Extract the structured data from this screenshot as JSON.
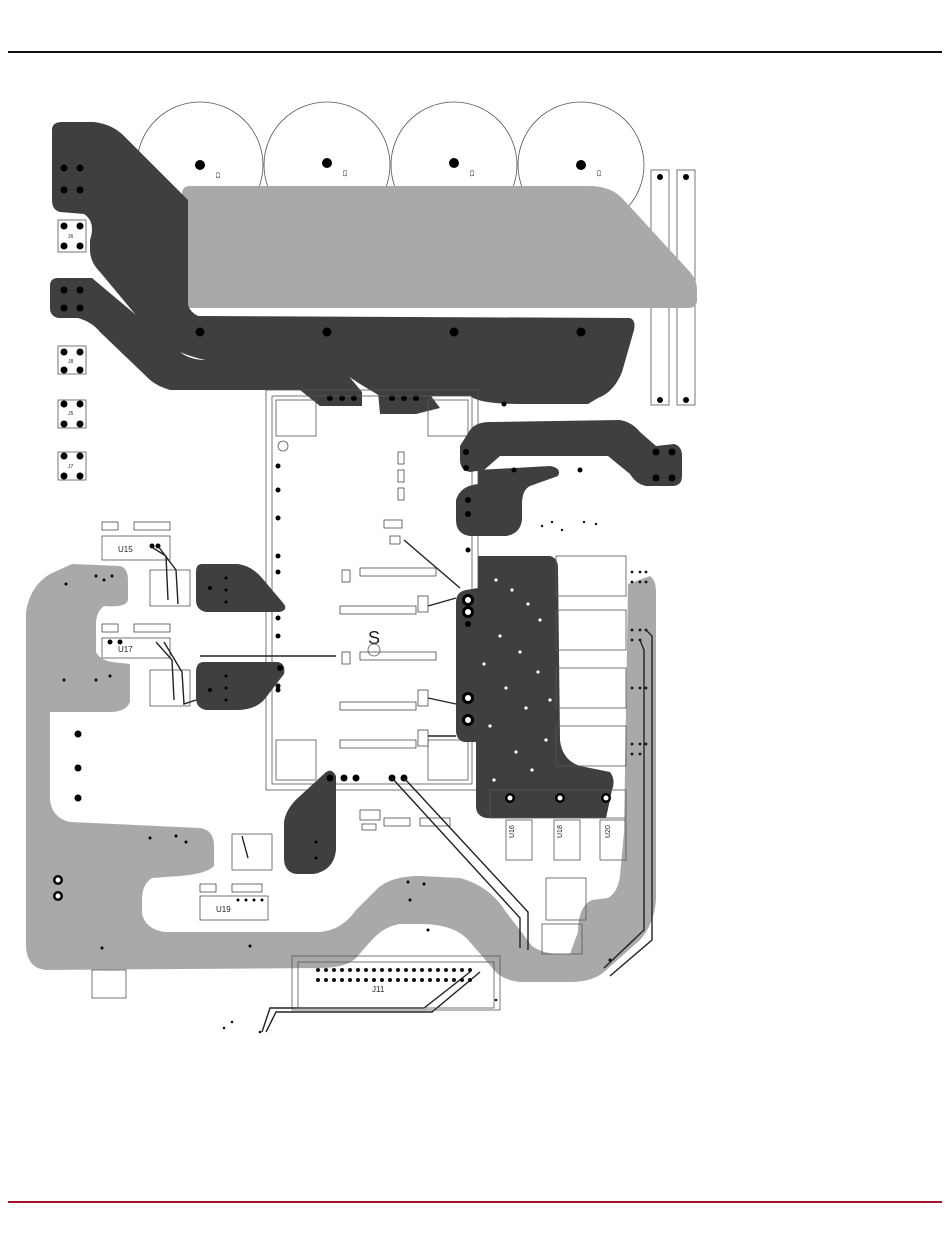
{
  "colors": {
    "top_rule": "#111111",
    "bottom_rule": "#a5152e",
    "dark_copper": "#3f3f3f",
    "light_copper": "#a9a9a9",
    "outline": "#555555"
  },
  "labels": {
    "u15": "U15",
    "u17": "U17",
    "u19": "U19",
    "j11": "J11",
    "u16": "U16",
    "u18": "U18",
    "u20": "U20",
    "c1": "C3",
    "c2": "C3",
    "c3": "C3",
    "c4": "C3",
    "j5": "J5",
    "j6": "J6",
    "j7": "J7",
    "j8": "J8"
  }
}
